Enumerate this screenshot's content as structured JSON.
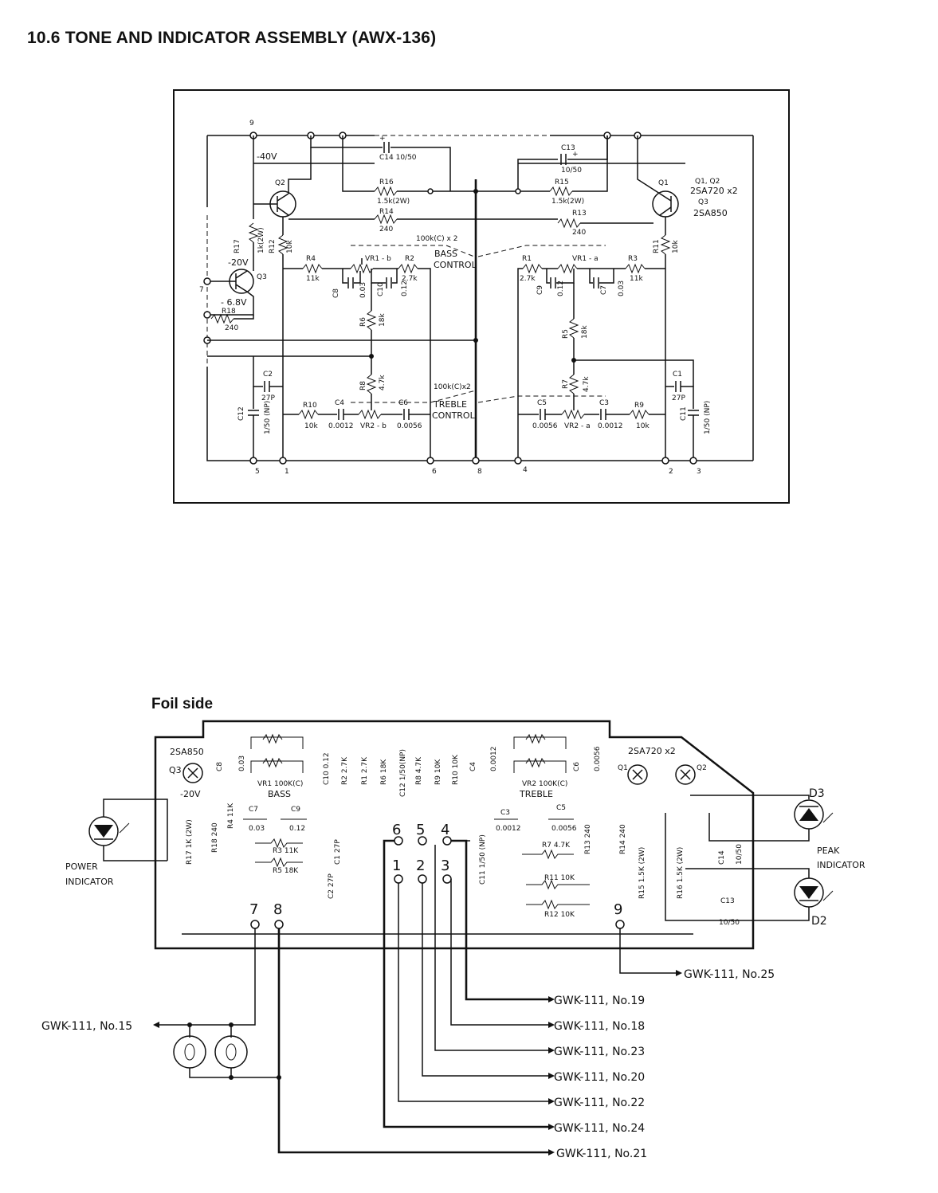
{
  "title": "10.6  TONE AND INDICATOR ASSEMBLY (AWX-136)",
  "schematic": {
    "terminals": [
      "9",
      "7",
      "5",
      "1",
      "6",
      "8",
      "4",
      "2",
      "3"
    ],
    "supply": "-40V",
    "q3_base_voltage": "-20V",
    "q3_emitter_voltage": "- 6.8V",
    "transistor_labels": {
      "q1": "Q1",
      "q2": "Q2",
      "q3": "Q3"
    },
    "transistor_note": [
      "Q1, Q2",
      "2SA720 x2",
      "Q3",
      "2SA850"
    ],
    "capacitors": {
      "c14": "C14 10/50",
      "c13": "C13",
      "c13_value": "10/50",
      "c1": "C1",
      "c1_value": "27P",
      "c2": "C2",
      "c2_value": "27P",
      "c3": "C3",
      "c3_value": "0.0012",
      "c4": "C4",
      "c4_value": "0.0012",
      "c5": "C5",
      "c5_value": "0.0056",
      "c6": "C6",
      "c6_value": "0.0056",
      "c7": "C7",
      "c7_value": "0.03",
      "c8": "C8",
      "c8_value": "0.03",
      "c9": "C9",
      "c9_value": "0.12",
      "c10": "C10",
      "c10_value": "0.12",
      "c11": "C11",
      "c11_value": "1/50 (NP)",
      "c12": "C12",
      "c12_value": "1/50 (NP)"
    },
    "resistors": {
      "r1": "R1",
      "r1_value": "2.7k",
      "r2": "R2",
      "r2_value": "2.7k",
      "r3": "R3",
      "r3_value": "11k",
      "r4": "R4",
      "r4_value": "11k",
      "r5": "R5",
      "r5_value": "18k",
      "r6": "R6",
      "r6_value": "18k",
      "r7": "R7",
      "r7_value": "4.7k",
      "r8": "R8",
      "r8_value": "4.7k",
      "r9": "R9",
      "r9_value": "10k",
      "r10": "R10",
      "r10_value": "10k",
      "r11": "R11",
      "r11_value": "10k",
      "r12": "R12",
      "r12_value": "10k",
      "r13": "R13",
      "r13_value": "240",
      "r14": "R14",
      "r14_value": "240",
      "r15": "R15",
      "r15_value": "1.5k(2W)",
      "r16": "R16",
      "r16_value": "1.5k(2W)",
      "r17": "R17",
      "r17_value": "1k(2W)",
      "r18": "R18",
      "r18_value": "240"
    },
    "controls": {
      "vr1a": "VR1 - a",
      "vr1b": "VR1 - b",
      "vr2a": "VR2 - a",
      "vr2b": "VR2 - b",
      "bass_value": "100k(C) x 2",
      "bass_label": [
        "BASS",
        "CONTROL"
      ],
      "treble_value": "100k(C)x2",
      "treble_label": [
        "TREBLE",
        "CONTROL"
      ]
    }
  },
  "foil": {
    "heading": "Foil side",
    "q3_type": "2SA850",
    "q12_type": "2SA720 x2",
    "q3": "Q3",
    "q1": "Q1",
    "q2": "Q2",
    "minus20v": "-20V",
    "bass_pot": "VR1 100K(C)",
    "bass": "BASS",
    "treble_pot": "VR2 100K(C)",
    "treble": "TREBLE",
    "parts": {
      "c8": "C8",
      "c8v": "0.03",
      "c7": "C7",
      "c7v": "0.03",
      "c9": "C9",
      "c9v": "0.12",
      "c10": "C10 0.12",
      "r2": "R2 2.7K",
      "r1": "R1 2.7K",
      "r6": "R6 18K",
      "c12": "C12 1/50(NP)",
      "r8": "R8 4.7K",
      "r9": "R9 10K",
      "r10": "R10 10K",
      "c4": "C4",
      "c4v": "0.0012",
      "c6": "C6",
      "c6v": "0.0056",
      "c3": "C3",
      "c3v": "0.0012",
      "c5": "C5",
      "c5v": "0.0056",
      "r4": "R4 11K",
      "r18": "R18 240",
      "r17": "R17 1K (2W)",
      "r3": "R3 11K",
      "r5": "R5 18K",
      "c1": "C1 27P",
      "c2": "C2 27P",
      "c11": "C11 1/50 (NP)",
      "r7": "R7 4.7K",
      "r11": "R11 10K",
      "r12": "R12 10K",
      "r13": "R13 240",
      "r14": "R14 240",
      "r15": "R15 1.5K (2W)",
      "r16": "R16 1.5K (2W)",
      "c14": "C14",
      "c14v": "10/50",
      "c13": "C13",
      "c13v": "10/50"
    },
    "terminals": [
      "6",
      "5",
      "4",
      "1",
      "2",
      "3",
      "7",
      "8",
      "9"
    ],
    "power_indicator": [
      "POWER",
      "INDICATOR"
    ],
    "peak_indicator": [
      "PEAK",
      "INDICATOR"
    ],
    "d3": "D3",
    "d2": "D2",
    "connections": [
      "GWK-111, No.25",
      "GWK-111, No.19",
      "GWK-111, No.18",
      "GWK-111, No.23",
      "GWK-111, No.20",
      "GWK-111, No.22",
      "GWK-111, No.24",
      "GWK-111, No.21"
    ],
    "left_connection": "GWK-111, No.15"
  }
}
